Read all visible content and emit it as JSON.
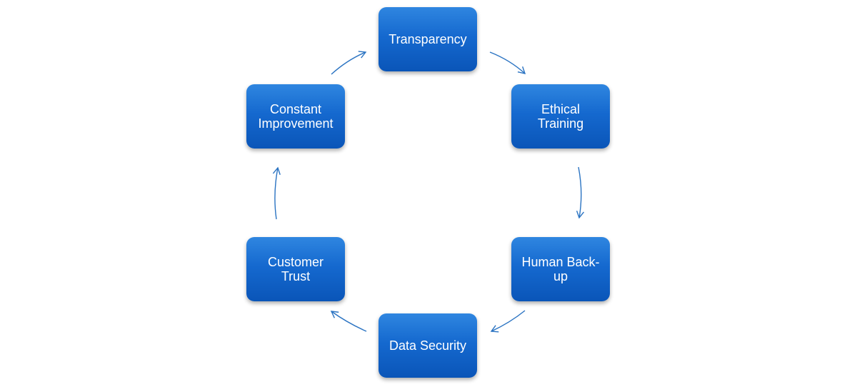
{
  "diagram": {
    "type": "cycle",
    "colors": {
      "node_fill": "#1569cf",
      "node_text": "#ffffff",
      "arrow": "#2a73c2"
    },
    "nodes": [
      {
        "id": "transparency",
        "label": "Transparency"
      },
      {
        "id": "ethical-training",
        "label": "Ethical Training"
      },
      {
        "id": "human-back-up",
        "label": "Human Back-up"
      },
      {
        "id": "data-security",
        "label": "Data Security"
      },
      {
        "id": "customer-trust",
        "label": "Customer Trust"
      },
      {
        "id": "constant-improvement",
        "label": "Constant Improvement"
      }
    ],
    "edges": [
      {
        "from": "transparency",
        "to": "ethical-training"
      },
      {
        "from": "ethical-training",
        "to": "human-back-up"
      },
      {
        "from": "human-back-up",
        "to": "data-security"
      },
      {
        "from": "data-security",
        "to": "customer-trust"
      },
      {
        "from": "customer-trust",
        "to": "constant-improvement"
      },
      {
        "from": "constant-improvement",
        "to": "transparency"
      }
    ]
  }
}
